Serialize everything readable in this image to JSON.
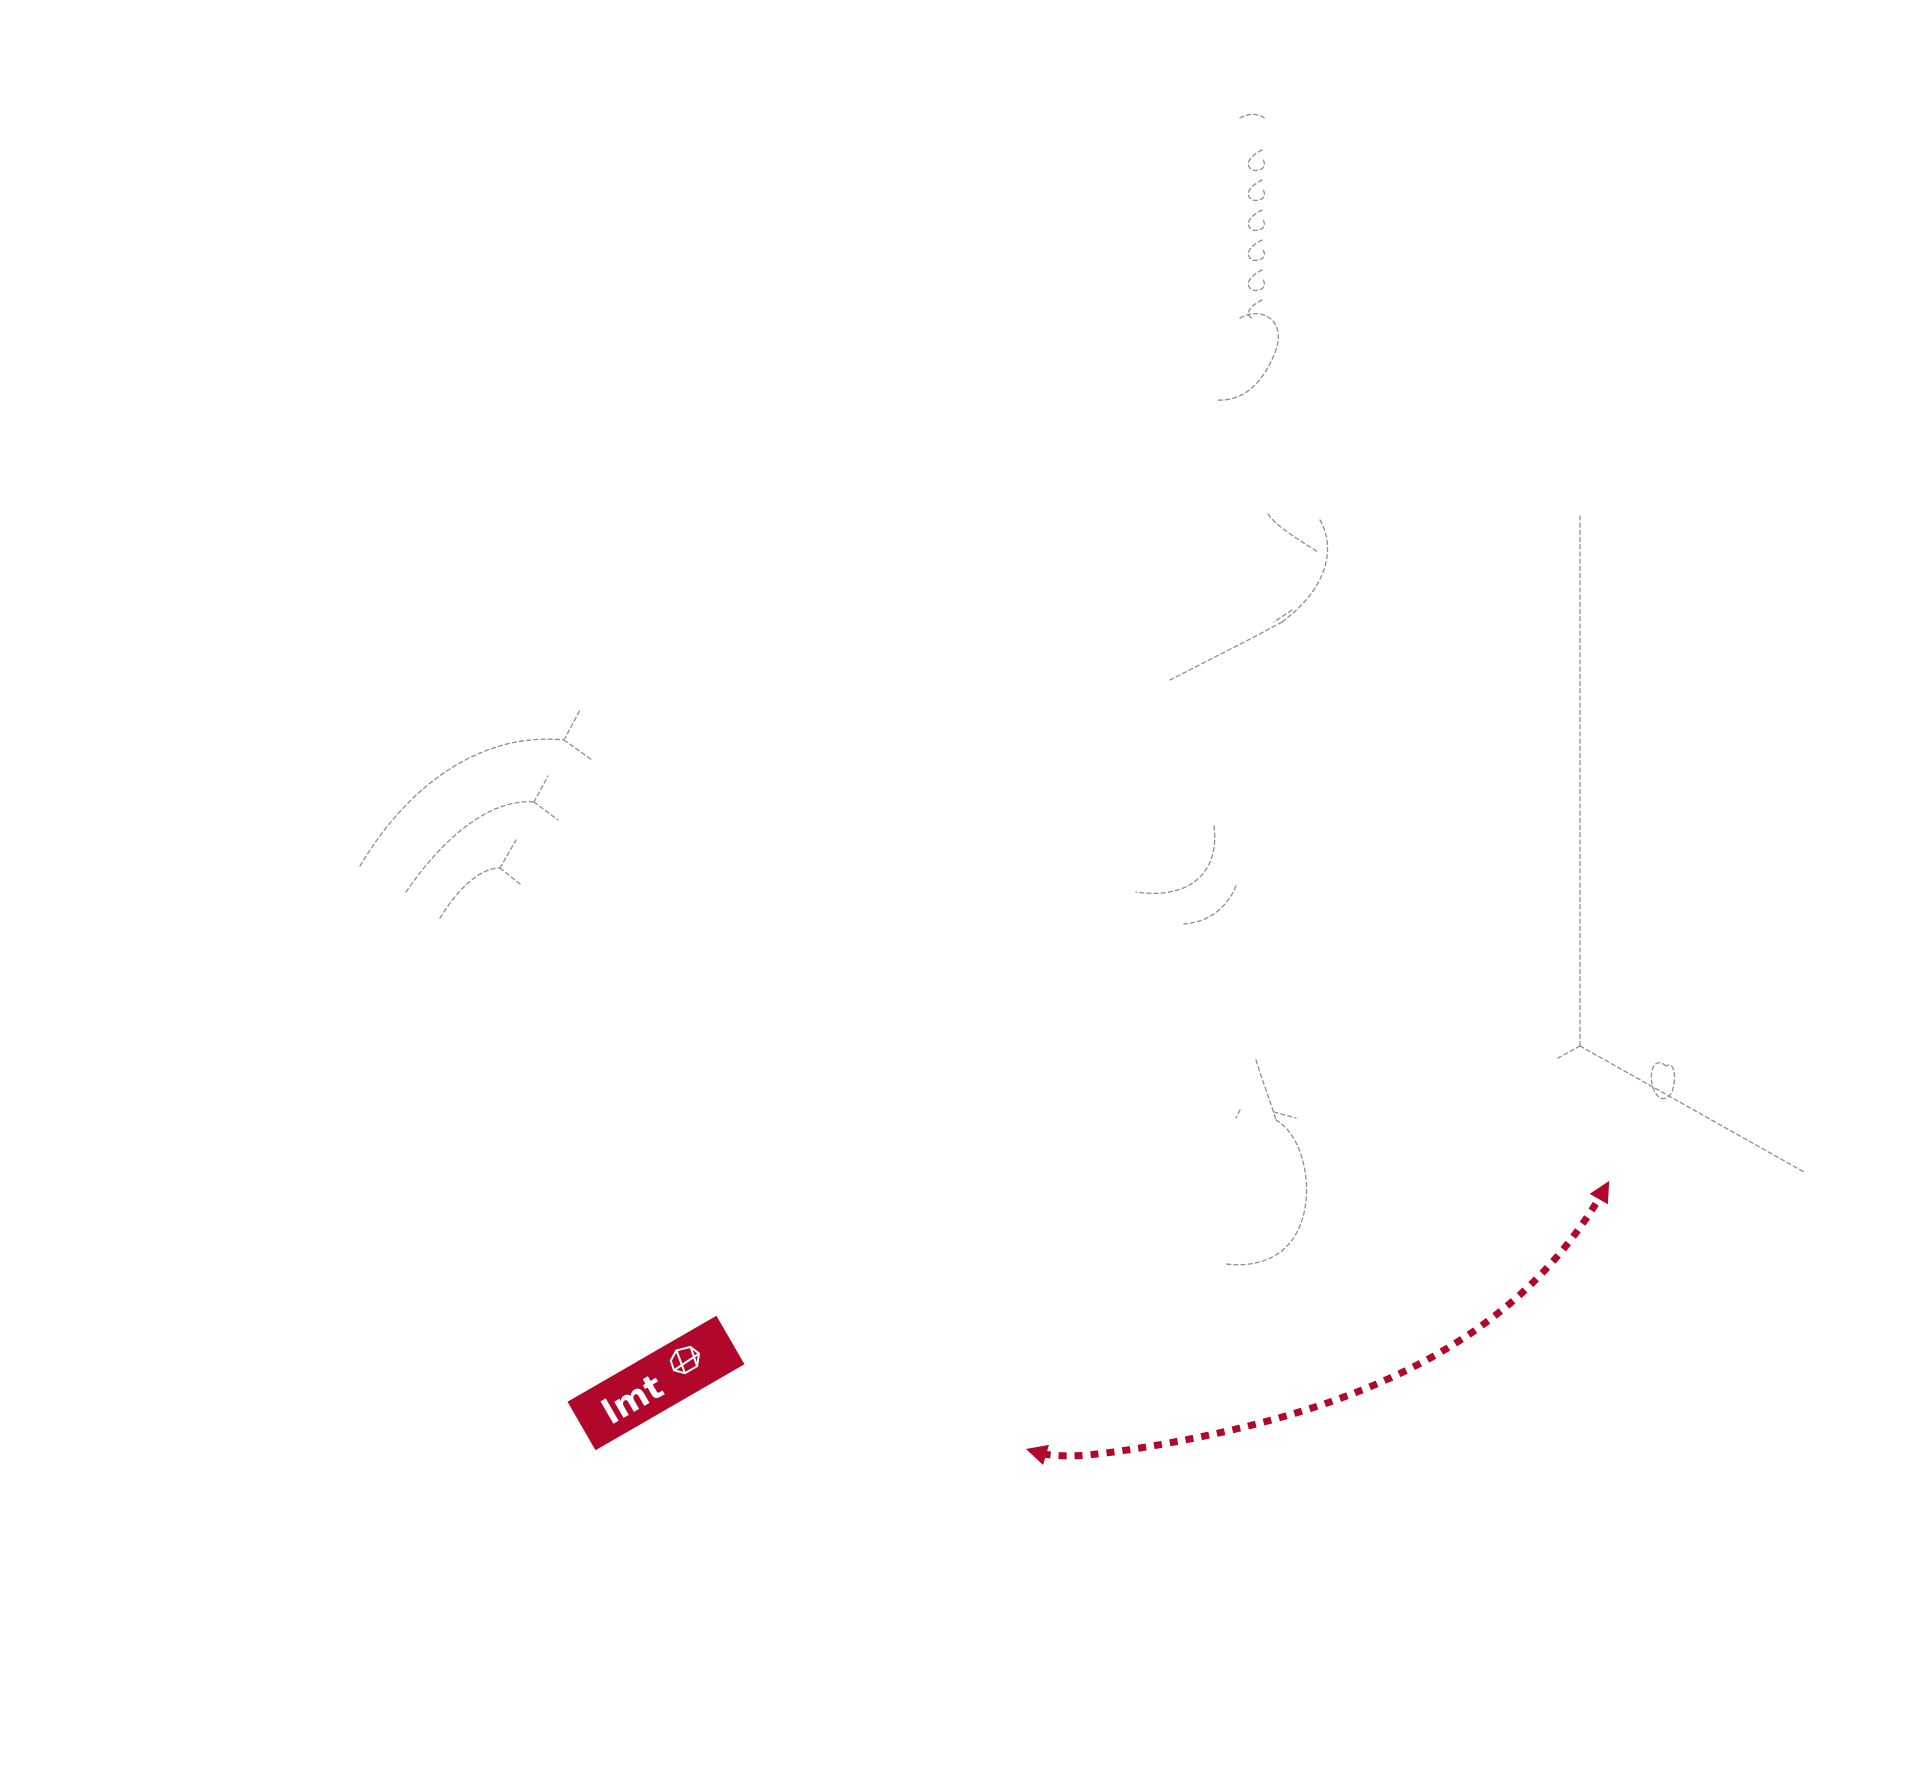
{
  "colors": {
    "accent": "#b0072a",
    "guide": "#8e8e8e",
    "background": "#ffffff"
  },
  "badge": {
    "text": "lmt",
    "icon": "logo-mark-icon"
  },
  "motion_arrow": {
    "icon": "rotation-arrow-icon",
    "style": "dotted",
    "direction": "both"
  }
}
